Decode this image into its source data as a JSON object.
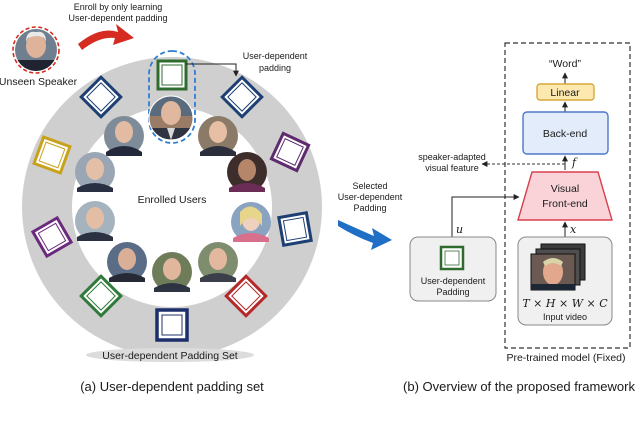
{
  "left": {
    "unseen_speaker_label": "Unseen Speaker",
    "enroll_line1": "Enroll by only learning",
    "enroll_line2": "User-dependent padding",
    "callout_line1": "User-dependent",
    "callout_line2": "padding",
    "center_label": "Enrolled Users",
    "set_label": "User-dependent Padding Set",
    "caption": "(a) User-dependent padding set"
  },
  "middle": {
    "selected_line1": "Selected",
    "selected_line2": "User-dependent",
    "selected_line3": "Padding"
  },
  "right": {
    "word_label": "“Word”",
    "linear_label": "Linear",
    "backend_label": "Back-end",
    "frontend_line1": "Visual",
    "frontend_line2": "Front-end",
    "adapted_line1": "speaker-adapted",
    "adapted_line2": "visual feature",
    "f_label": "f",
    "u_label": "u",
    "x_label": "x",
    "padding_line1": "User-dependent",
    "padding_line2": "Padding",
    "input_dims": "T × H × W × C",
    "input_label": "Input video",
    "pretrained_label": "Pre-trained model (Fixed)",
    "caption": "(b) Overview of the proposed framework"
  },
  "colors": {
    "ring_gray": "#cfcfcf",
    "inner_white": "#ffffff",
    "linear_fill": "#fde8b0",
    "linear_stroke": "#d9a73a",
    "backend_fill": "#e3ecfb",
    "backend_stroke": "#4d78c8",
    "frontend_fill": "#fad3d8",
    "frontend_stroke": "#d8404f",
    "arrow_red": "#d62b20",
    "arrow_blue": "#1f6fc6",
    "highlight_blue": "#2e7fd0"
  },
  "padding_tiles": [
    {
      "name": "tile-top-highlighted",
      "color": "#2f6b2f"
    },
    {
      "name": "tile-upper-left",
      "color": "#1d3f73"
    },
    {
      "name": "tile-upper-right",
      "color": "#1d3f73"
    },
    {
      "name": "tile-right-top",
      "color": "#5d2b6e"
    },
    {
      "name": "tile-left-top",
      "color": "#c9a21c"
    },
    {
      "name": "tile-right-mid",
      "color": "#1d3f73"
    },
    {
      "name": "tile-left-mid",
      "color": "#6b2a7e"
    },
    {
      "name": "tile-left-bottom",
      "color": "#2f7a3a"
    },
    {
      "name": "tile-right-bottom",
      "color": "#b52828"
    },
    {
      "name": "tile-bottom",
      "color": "#1c2f6b"
    }
  ]
}
